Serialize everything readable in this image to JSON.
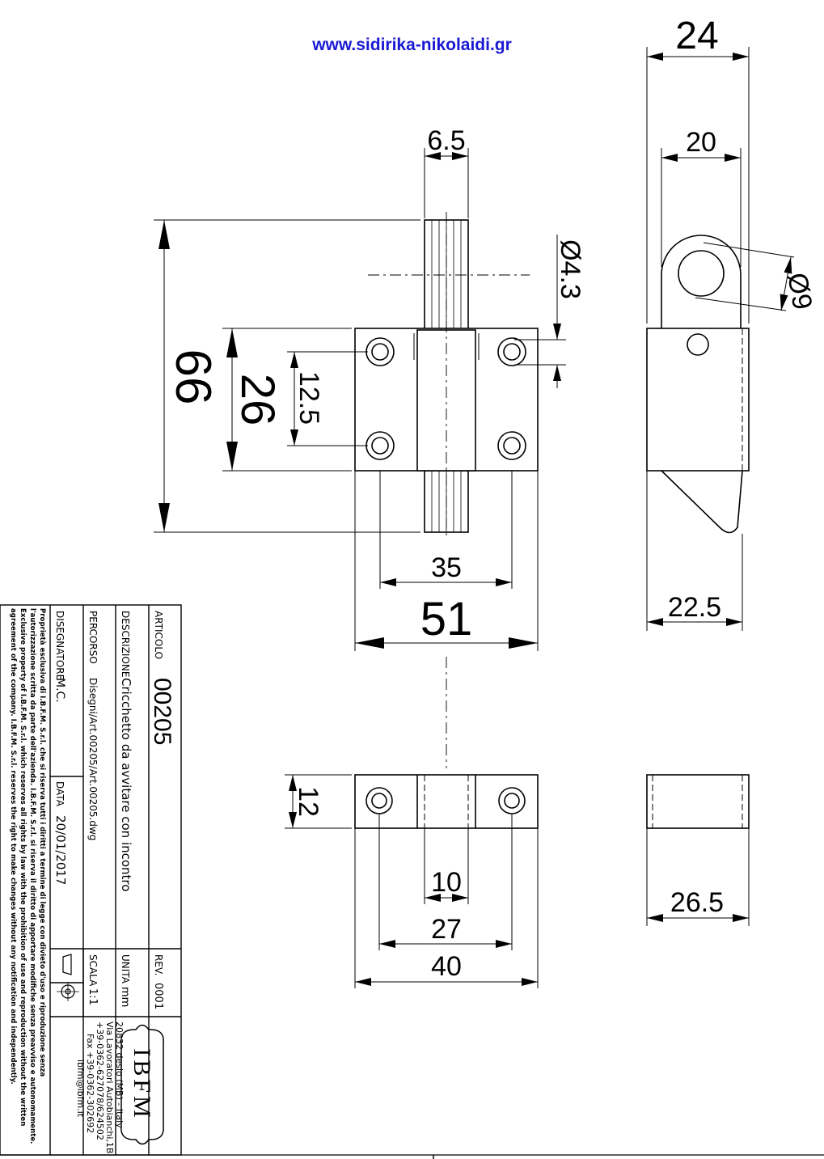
{
  "header": {
    "url": "www.sidirika-nikolaidi.gr"
  },
  "dimensions": {
    "d24": "24",
    "d20": "20",
    "d6_5": "6.5",
    "d_o4_3": "Ø4.3",
    "d_o9": "Ø9",
    "d66": "66",
    "d26": "26",
    "d12_5": "12.5",
    "d35": "35",
    "d51": "51",
    "d22_5": "22.5",
    "d12": "12",
    "d10": "10",
    "d27": "27",
    "d40": "40",
    "d26_5": "26.5"
  },
  "title_block": {
    "articolo_label": "ARTICOLO",
    "articolo_value": "00205",
    "rev_label": "REV.",
    "rev_value": "0001",
    "descrizione_label": "DESCRIZIONE",
    "descrizione_value": "Cricchetto da avvitare con incontro",
    "unita_label": "UNITA",
    "unita_value": "mm",
    "percorso_label": "PERCORSO",
    "percorso_value": "Disegni/Art.00205/Art.00205.dwg",
    "scala_label": "SCALA",
    "scala_value": "1:1",
    "disegnatore_label": "DISEGNATORE",
    "disegnatore_value": "M.C.",
    "data_label": "DATA",
    "data_value": "20/01/2017",
    "logo_text": "IBFM",
    "address_line1": "20832 desio (MB) - Italy",
    "address_line2": "Via Lavoratori Autobianchi,1B",
    "address_line3": "+39-0362-627078/624502",
    "address_line4": "Fax +39-0362-302692",
    "address_line5": "ibfm@ibfm.it",
    "legal_line1": "Proprietà esclusiva di I.B.F.M. S.r.l. che si riserva tutti i diritti a termine di legge con divieto d'uso e riproduzione senza",
    "legal_line2": "l'autorizzazione scritta da parte dell'azienda. I.B.F.M. S.r.l. si riserva il diritto di apportare modifiche senza preavviso e autonomamente.",
    "legal_line3": "Exclusive property of I.B.F.M. S.r.l. which reserves all rights by law with the prohibition of use and reproduction without the written",
    "legal_line4": "agreement of the company. I.B.F.M. S.r.l. reserves the right to make changes without any notification and independently."
  }
}
